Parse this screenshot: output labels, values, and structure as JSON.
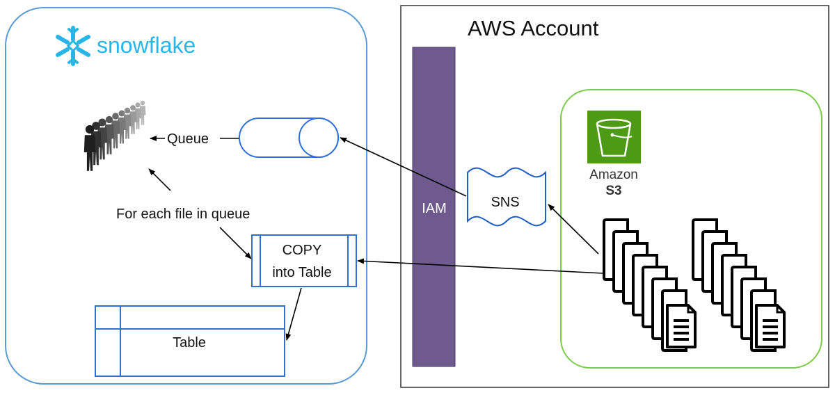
{
  "snowflake": {
    "brand": "snowflake",
    "brand_color": "#29B5E8",
    "border_color": "#5B9BD5",
    "queue_label": "Queue",
    "loop_label": "For each file in queue",
    "copy_line1": "COPY",
    "copy_line2": "into Table",
    "table_label": "Table",
    "icons": [
      "snowflake-logo-icon",
      "users-queue-icon",
      "queue-cylinder-icon"
    ]
  },
  "aws": {
    "title": "AWS Account",
    "iam_label": "IAM",
    "iam_color": "#6E5A8C",
    "sns_label": "SNS",
    "s3_line1": "Amazon",
    "s3_line2": "S3",
    "s3_color": "#4E9A17",
    "s3_border": "#7CCB4A",
    "shape_stroke": "#1F5BC6",
    "file_stack_count": 2,
    "files_per_stack": 7,
    "icons": [
      "s3-bucket-icon",
      "document-icon"
    ]
  }
}
